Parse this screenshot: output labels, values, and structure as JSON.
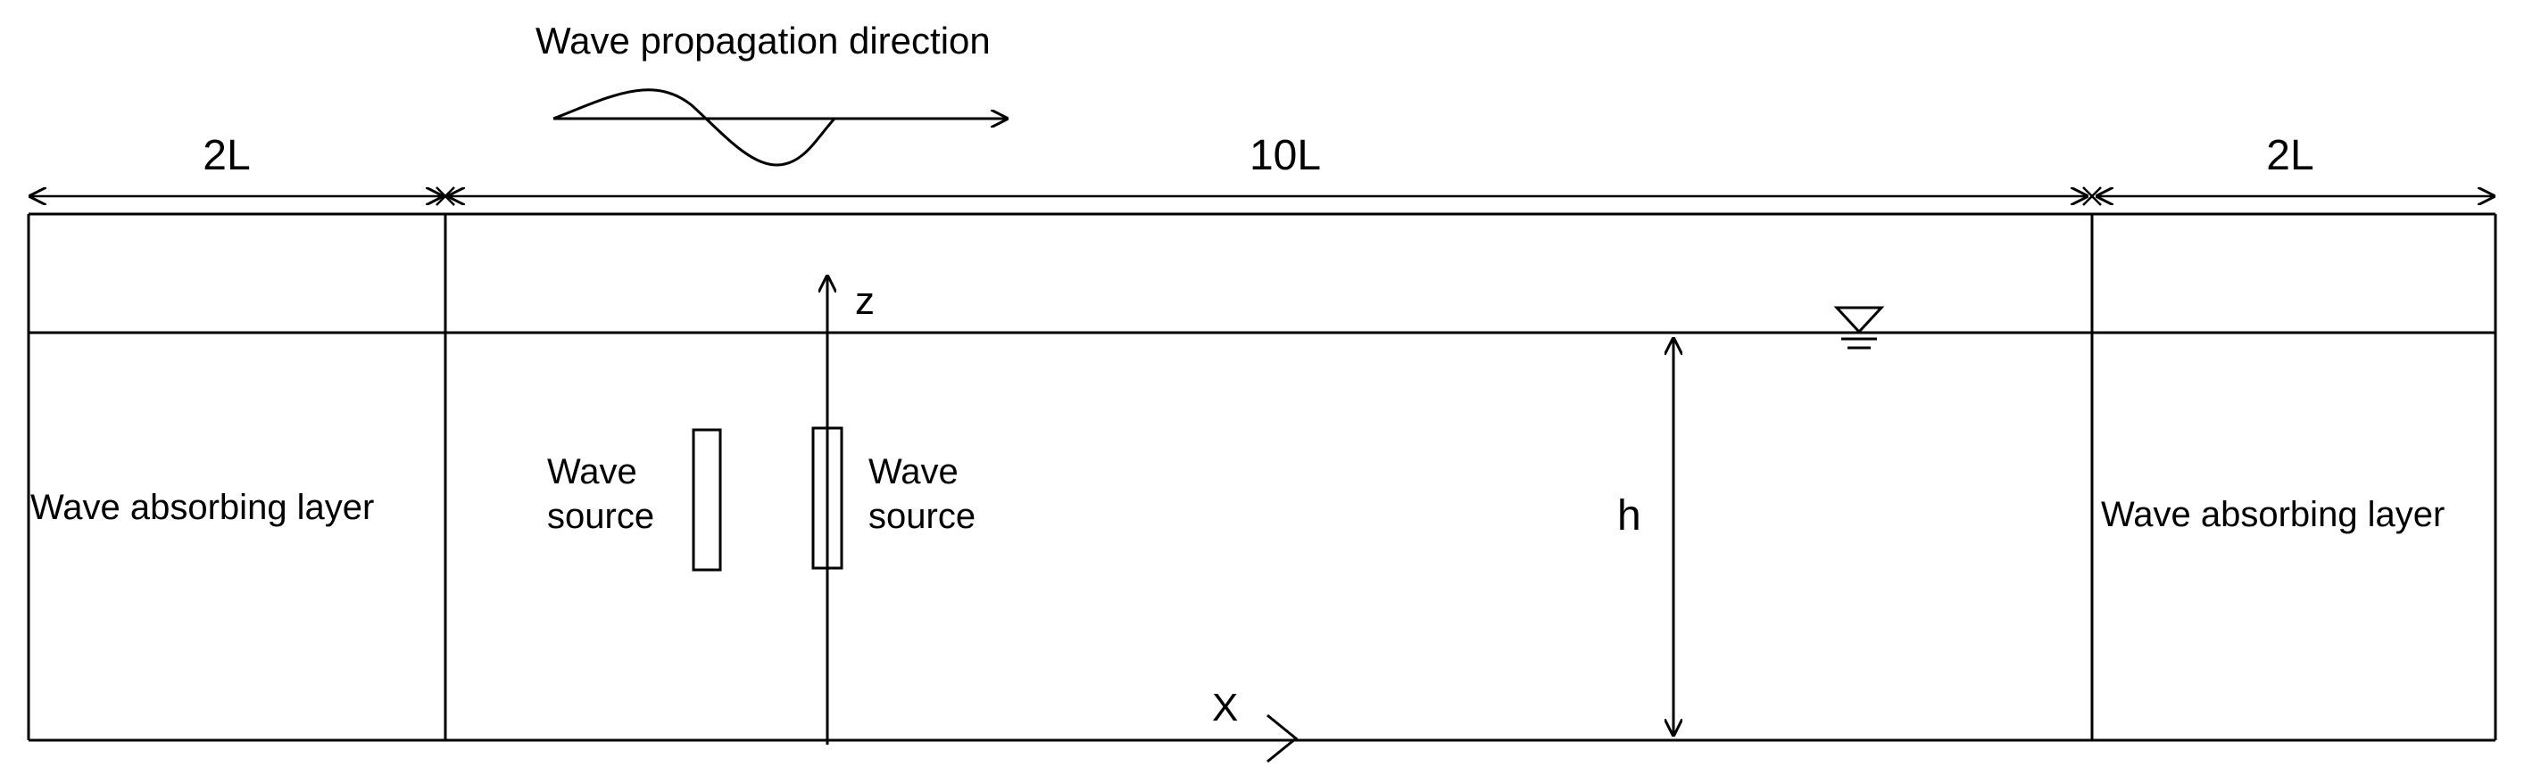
{
  "diagram": {
    "title": "Wave propagation direction",
    "dimensions": {
      "left": "2L",
      "center": "10L",
      "right": "2L"
    },
    "zones": {
      "left_label": "Wave absorbing layer",
      "right_label": "Wave absorbing layer"
    },
    "sources": {
      "first": [
        "Wave",
        "source"
      ],
      "second": [
        "Wave",
        "source"
      ]
    },
    "axes": {
      "vertical": "z",
      "horizontal": "X"
    },
    "depth_label": "h",
    "colors": {
      "line": "#000000",
      "background": "#ffffff"
    },
    "icons": [
      "still-water-level-symbol",
      "wave-direction-arrow"
    ]
  }
}
